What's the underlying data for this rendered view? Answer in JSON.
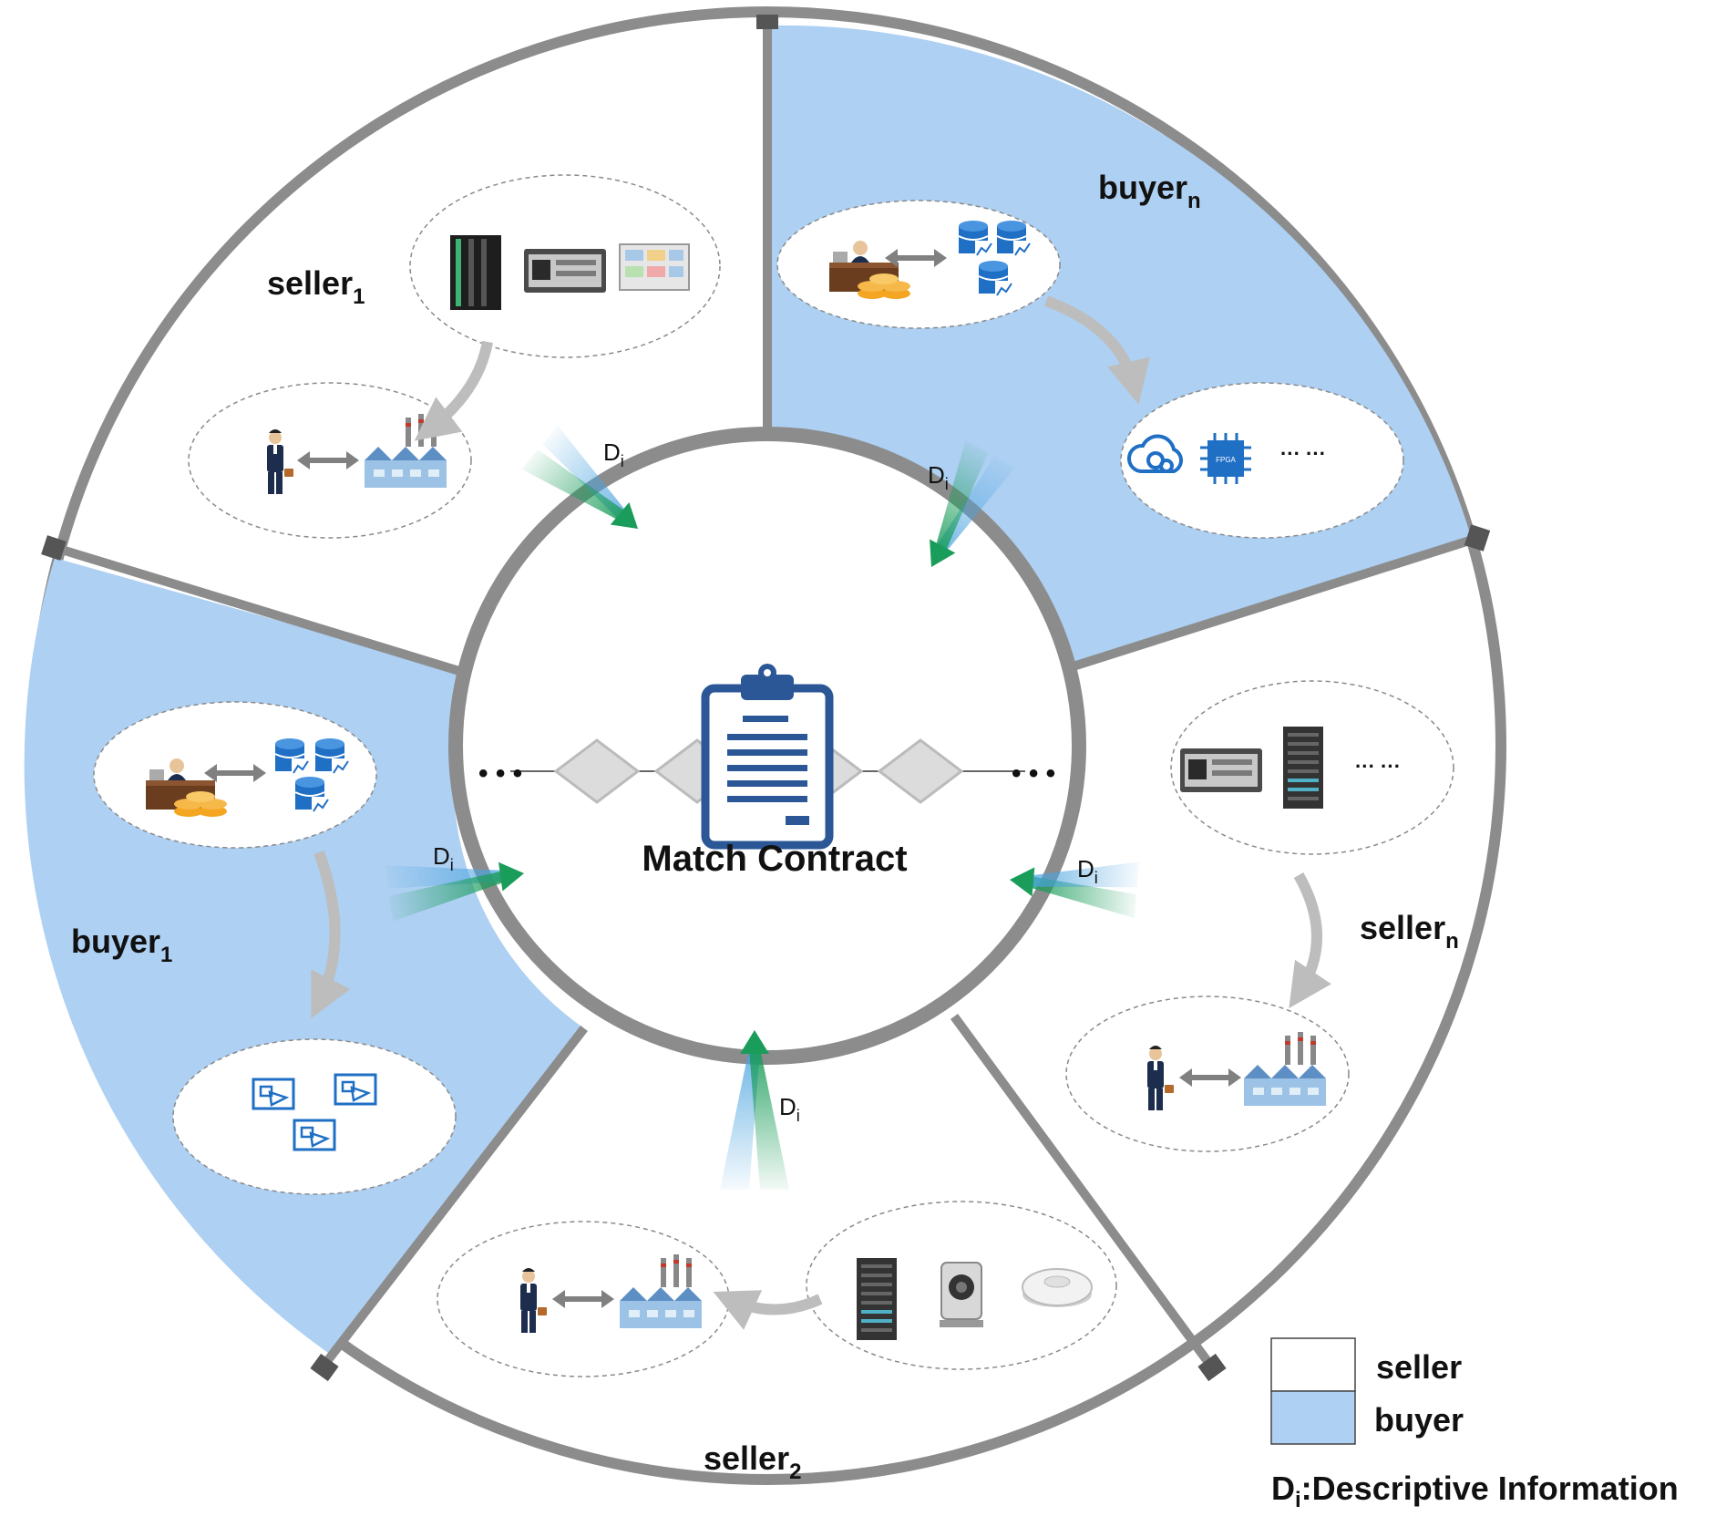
{
  "center": {
    "title": "Match Contract",
    "ellipsis": "• • •"
  },
  "sectors": {
    "seller_1": {
      "name": "seller",
      "sub": "1",
      "role": "seller"
    },
    "buyer_n": {
      "name": "buyer",
      "sub": "n",
      "role": "buyer"
    },
    "seller_n": {
      "name": "seller",
      "sub": "n",
      "role": "seller"
    },
    "seller_2": {
      "name": "seller",
      "sub": "2",
      "role": "seller"
    },
    "buyer_1": {
      "name": "buyer",
      "sub": "1",
      "role": "buyer"
    }
  },
  "arrow_label": {
    "main": "D",
    "sub": "i"
  },
  "more_items": "··· ···",
  "legend": {
    "seller": "seller",
    "buyer": "buyer",
    "di_main": "D",
    "di_sub": "i",
    "di_desc": ":Descriptive Information"
  },
  "colors": {
    "buyer_fill": "#aed0f2",
    "seller_fill": "#ffffff",
    "ring": "#8c8c8c",
    "icon_blue": "#1f6fc5",
    "arrow_green": "#1a9c5a",
    "arrow_blue": "#4aa3df"
  },
  "icons": [
    "server-rack-icon",
    "industrial-pc-icon",
    "dashboard-panel-icon",
    "businessman-icon",
    "factory-icon",
    "double-arrow-icon",
    "office-worker-icon",
    "coins-icon",
    "database-analytics-icon",
    "cloud-icon",
    "fpga-chip-icon",
    "network-topology-icon",
    "camera-icon",
    "smoke-detector-icon",
    "clipboard-document-icon",
    "diamond-node-icon"
  ]
}
